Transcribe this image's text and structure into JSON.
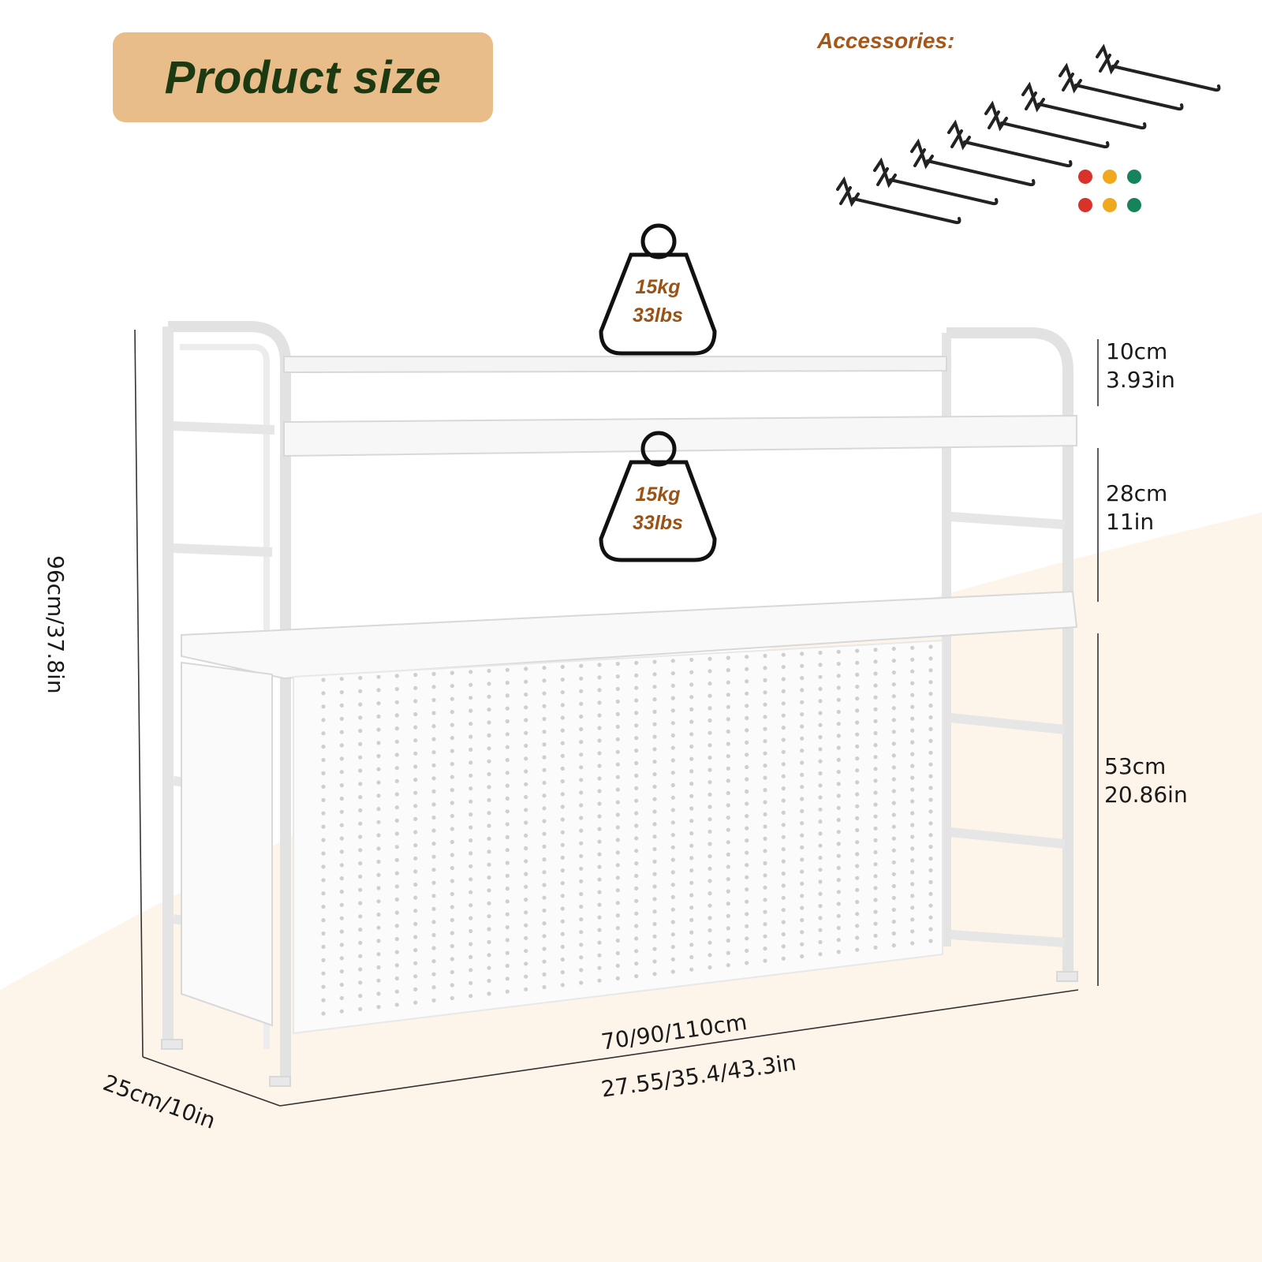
{
  "title": "Product size",
  "accessories": {
    "label": "Accessories:",
    "hook_count": 8,
    "ball_colors": [
      "#d8322b",
      "#f0a91e",
      "#17835a"
    ]
  },
  "load_ratings": [
    {
      "kg": "15kg",
      "lbs": "33lbs"
    },
    {
      "kg": "15kg",
      "lbs": "33lbs"
    }
  ],
  "dimensions": {
    "top_gap": {
      "cm": "10cm",
      "in": "3.93in"
    },
    "middle_gap": {
      "cm": "28cm",
      "in": "11in"
    },
    "bottom_gap": {
      "cm": "53cm",
      "in": "20.86in"
    },
    "height": "96cm/37.8in",
    "width_cm": "70/90/110cm",
    "width_in": "27.55/35.4/43.3in",
    "depth": "25cm/10in"
  },
  "colors": {
    "title_bg": "#e8bd8a",
    "title_text": "#1c3a12",
    "accent_text": "#9a5215",
    "background_band": "#fdf5ea"
  }
}
